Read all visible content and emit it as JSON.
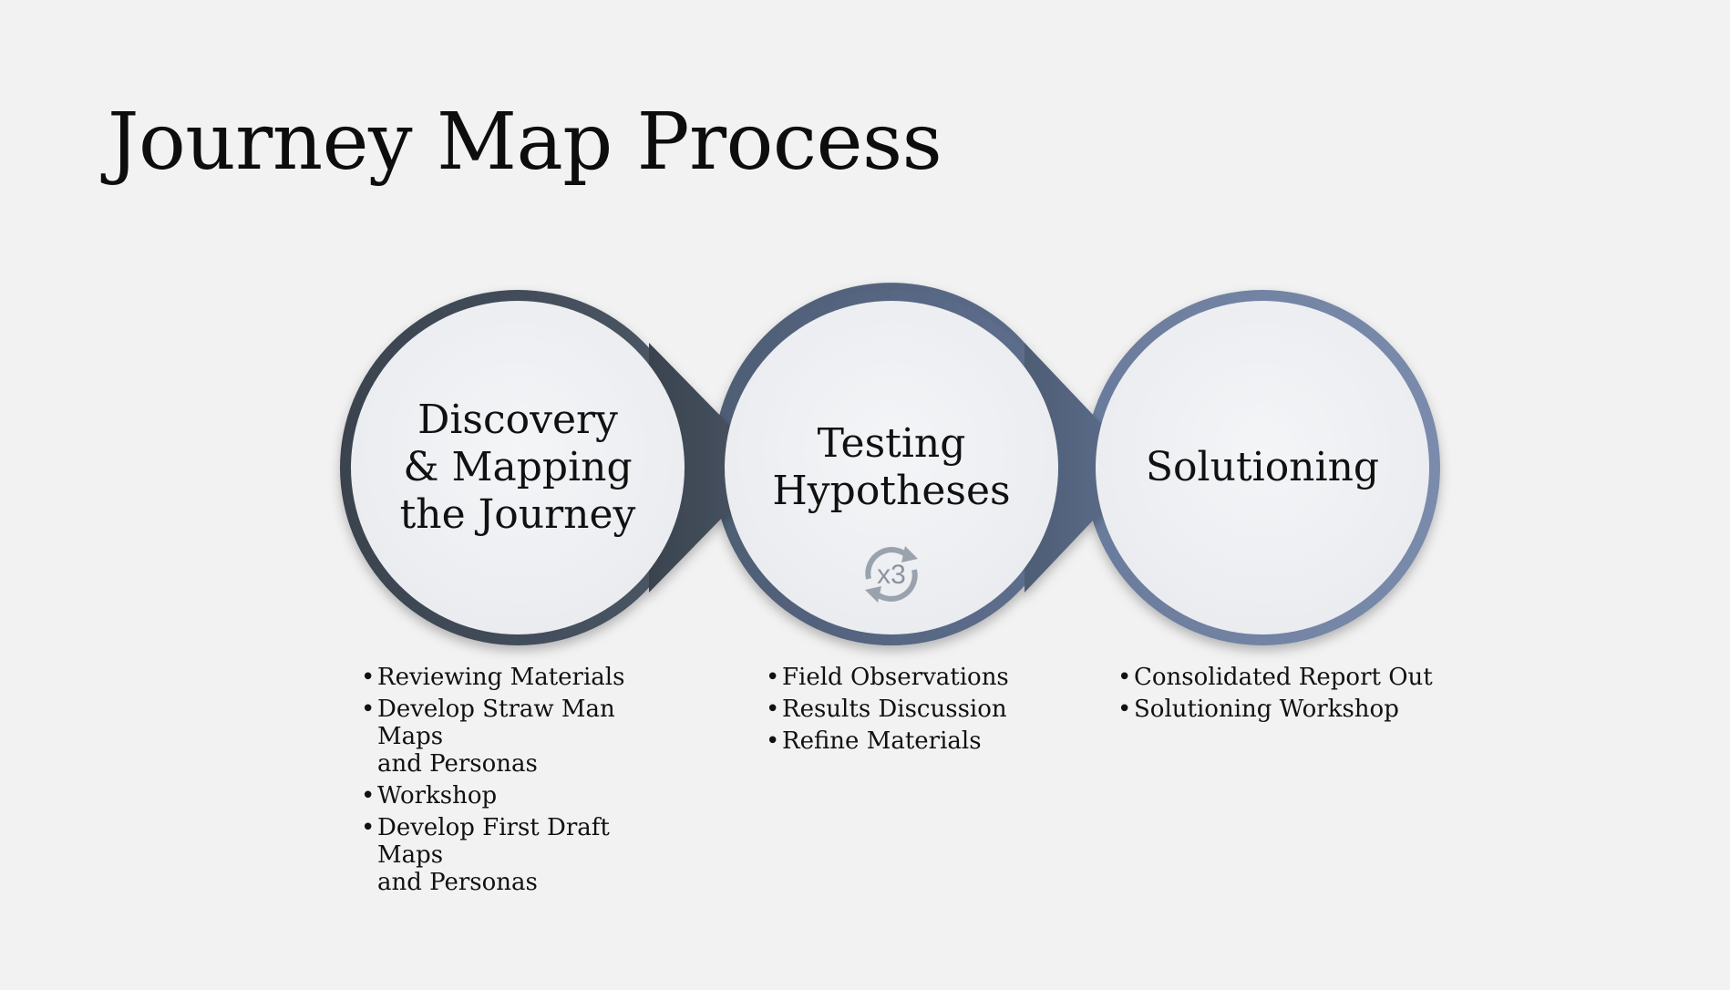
{
  "slide": {
    "title": "Journey Map Process"
  },
  "stages": [
    {
      "lines": [
        "Discovery",
        "& Mapping",
        "the Journey"
      ],
      "ring_color": "#3f4955",
      "bullets": [
        {
          "lines": [
            "Reviewing Materials"
          ]
        },
        {
          "lines": [
            "Develop Straw Man Maps",
            "and Personas"
          ]
        },
        {
          "lines": [
            "Workshop"
          ]
        },
        {
          "lines": [
            "Develop First Draft Maps",
            "and Personas"
          ]
        }
      ]
    },
    {
      "lines": [
        "Testing",
        "Hypotheses"
      ],
      "ring_color": "#56667f",
      "badge_text": "x3",
      "badge_icon": "cycle-arrows-icon",
      "bullets": [
        {
          "lines": [
            "Field Observations"
          ]
        },
        {
          "lines": [
            "Results Discussion"
          ]
        },
        {
          "lines": [
            "Refine Materials"
          ]
        }
      ]
    },
    {
      "lines": [
        "Solutioning"
      ],
      "ring_color": "#7384a5",
      "bullets": [
        {
          "lines": [
            "Consolidated Report Out"
          ]
        },
        {
          "lines": [
            "Solutioning Workshop"
          ]
        }
      ]
    }
  ]
}
